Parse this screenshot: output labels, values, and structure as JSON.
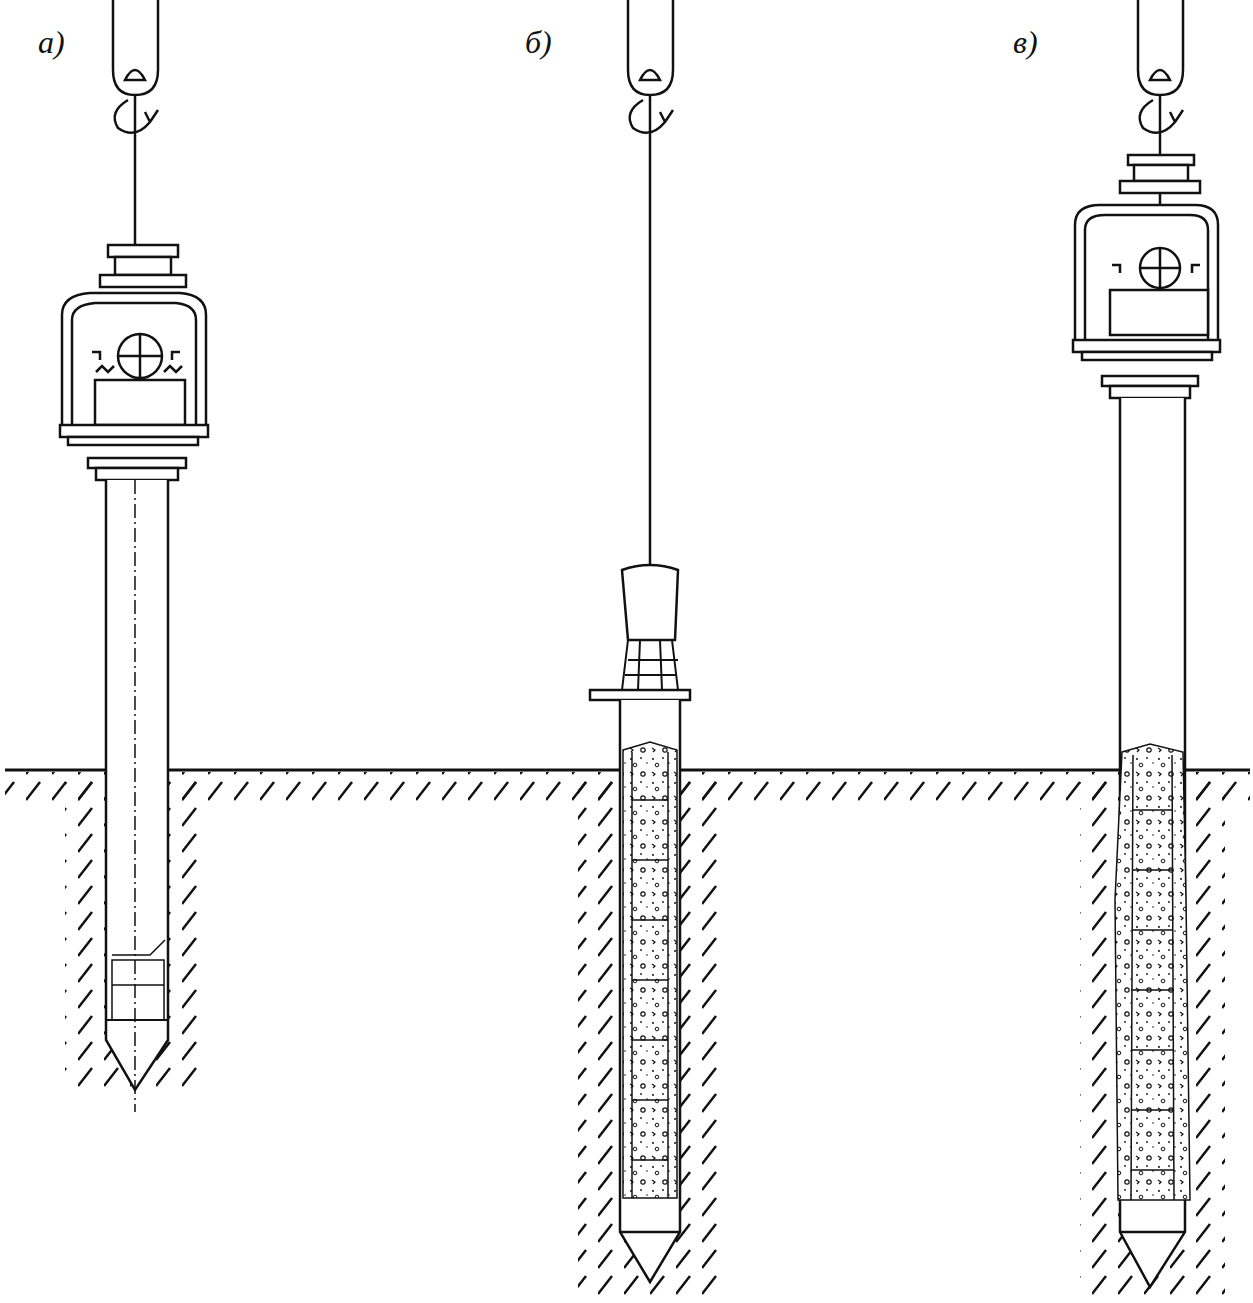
{
  "diagram": {
    "labels": [
      "а)",
      "б)",
      "в)"
    ]
  }
}
